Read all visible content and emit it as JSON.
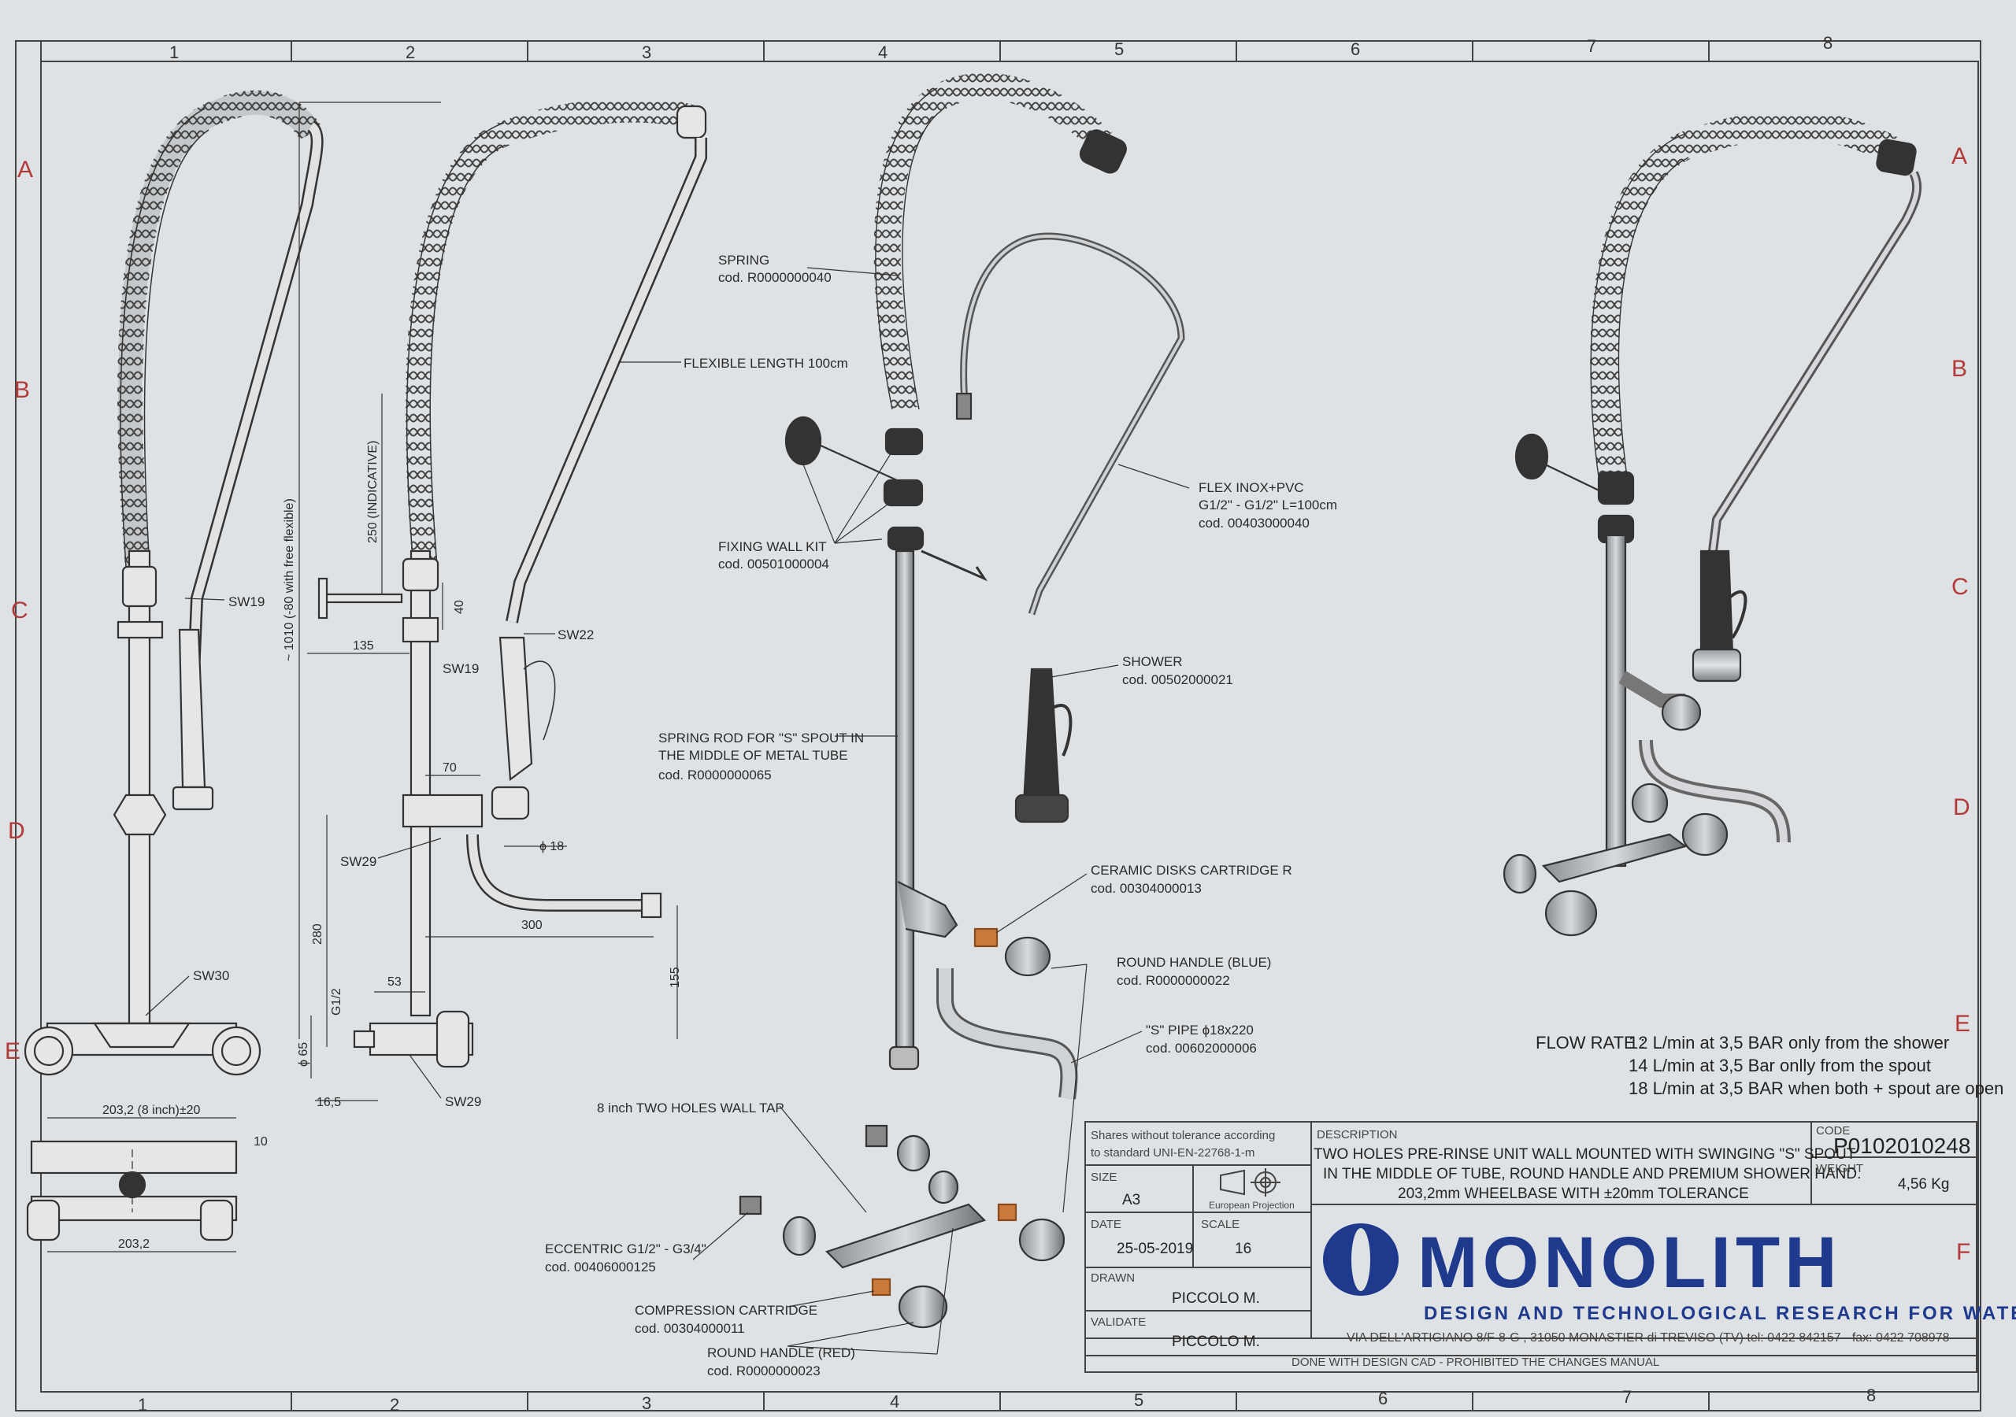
{
  "grid": {
    "cols": [
      "1",
      "2",
      "3",
      "4",
      "5",
      "6",
      "7",
      "8"
    ],
    "rows": [
      "A",
      "B",
      "C",
      "D",
      "E",
      "F"
    ]
  },
  "left_view": {
    "labels": {
      "sw19_a": "SW19",
      "sw30": "SW30",
      "dim_1010": "~ 1010 (-80 with free flexible)",
      "dim_250": "250 (INDICATIVE)",
      "dim_135": "135",
      "dim_40": "40",
      "sw22": "SW22",
      "sw19_b": "SW19",
      "flexible": "FLEXIBLE LENGTH 100cm",
      "dim_70": "70",
      "sw29_a": "SW29",
      "phi18": "ϕ 18",
      "dim_280": "280",
      "dim_300": "300",
      "dim_155": "155",
      "dim_53": "53",
      "g12": "G1/2",
      "phi65": "ϕ 65",
      "dim_165": "16,5",
      "sw29_b": "SW29",
      "wheelbase_top": "203,2 (8 inch)±20",
      "dim_10": "10",
      "wheelbase_bottom": "203,2"
    }
  },
  "parts": [
    {
      "name": "SPRING",
      "code": "cod. R0000000040"
    },
    {
      "name": "FIXING WALL KIT",
      "code": "cod. 00501000004"
    },
    {
      "name": "SPRING ROD FOR \"S\" SPOUT IN",
      "name2": "THE MIDDLE OF METAL TUBE",
      "code": "cod. R0000000065"
    },
    {
      "name": "FLEX INOX+PVC",
      "name2": "G1/2\" - G1/2\" L=100cm",
      "code": "cod. 00403000040"
    },
    {
      "name": "SHOWER",
      "code": "cod. 00502000021"
    },
    {
      "name": "CERAMIC DISKS CARTRIDGE R",
      "code": "cod. 00304000013"
    },
    {
      "name": "ROUND HANDLE (BLUE)",
      "code": "cod. R0000000022"
    },
    {
      "name": "\"S\" PIPE ϕ18x220",
      "code": "cod. 00602000006"
    },
    {
      "name": "8 inch TWO HOLES WALL TAP",
      "code": ""
    },
    {
      "name": "ECCENTRIC G1/2\" - G3/4\"",
      "code": "cod. 00406000125"
    },
    {
      "name": "COMPRESSION CARTRIDGE",
      "code": "cod. 00304000011"
    },
    {
      "name": "ROUND HANDLE (RED)",
      "code": "cod. R0000000023"
    }
  ],
  "flow": {
    "label": "FLOW RATE :",
    "line1": "12 L/min at 3,5 BAR only from the shower",
    "line2": "14 L/min at 3,5 Bar onlly from the spout",
    "line3": "18 L/min at 3,5 BAR when both + spout are open"
  },
  "title_block": {
    "tolerance1": "Shares without tolerance according",
    "tolerance2": "to standard  UNI-EN-22768-1-m",
    "size_label": "SIZE",
    "size": "A3",
    "projection": "European Projection",
    "date_label": "DATE",
    "date": "25-05-2019",
    "scale_label": "SCALE",
    "scale": "16",
    "drawn_label": "DRAWN",
    "drawn": "PICCOLO M.",
    "validate_label": "VALIDATE",
    "validate": "PICCOLO M.",
    "desc_label": "DESCRIPTION",
    "desc1": "TWO HOLES PRE-RINSE UNIT WALL MOUNTED WITH SWINGING \"S\" SPOUT",
    "desc2": "IN THE MIDDLE OF TUBE, ROUND HANDLE AND PREMIUM SHOWER HAND.",
    "desc3": "203,2mm WHEELBASE WITH ±20mm TOLERANCE",
    "code_label": "CODE",
    "code": "P0102010248",
    "weight_label": "WEIGHT",
    "weight": "4,56 Kg",
    "brand": "MONOLITH",
    "tagline": "DESIGN AND TECHNOLOGICAL RESEARCH FOR WATER",
    "address": "VIA DELL'ARTIGIANO 8/F-8-G , 31050 MONASTIER di TREVISO (TV) tel: 0422 842157 - fax: 0422 708978",
    "footer": "DONE WITH DESIGN CAD - PROHIBITED THE CHANGES MANUAL"
  },
  "colors": {
    "brand": "#1f3a8c",
    "grid_letters": "#b23a3a",
    "paper": "#dfe2e4",
    "line": "#333333"
  }
}
